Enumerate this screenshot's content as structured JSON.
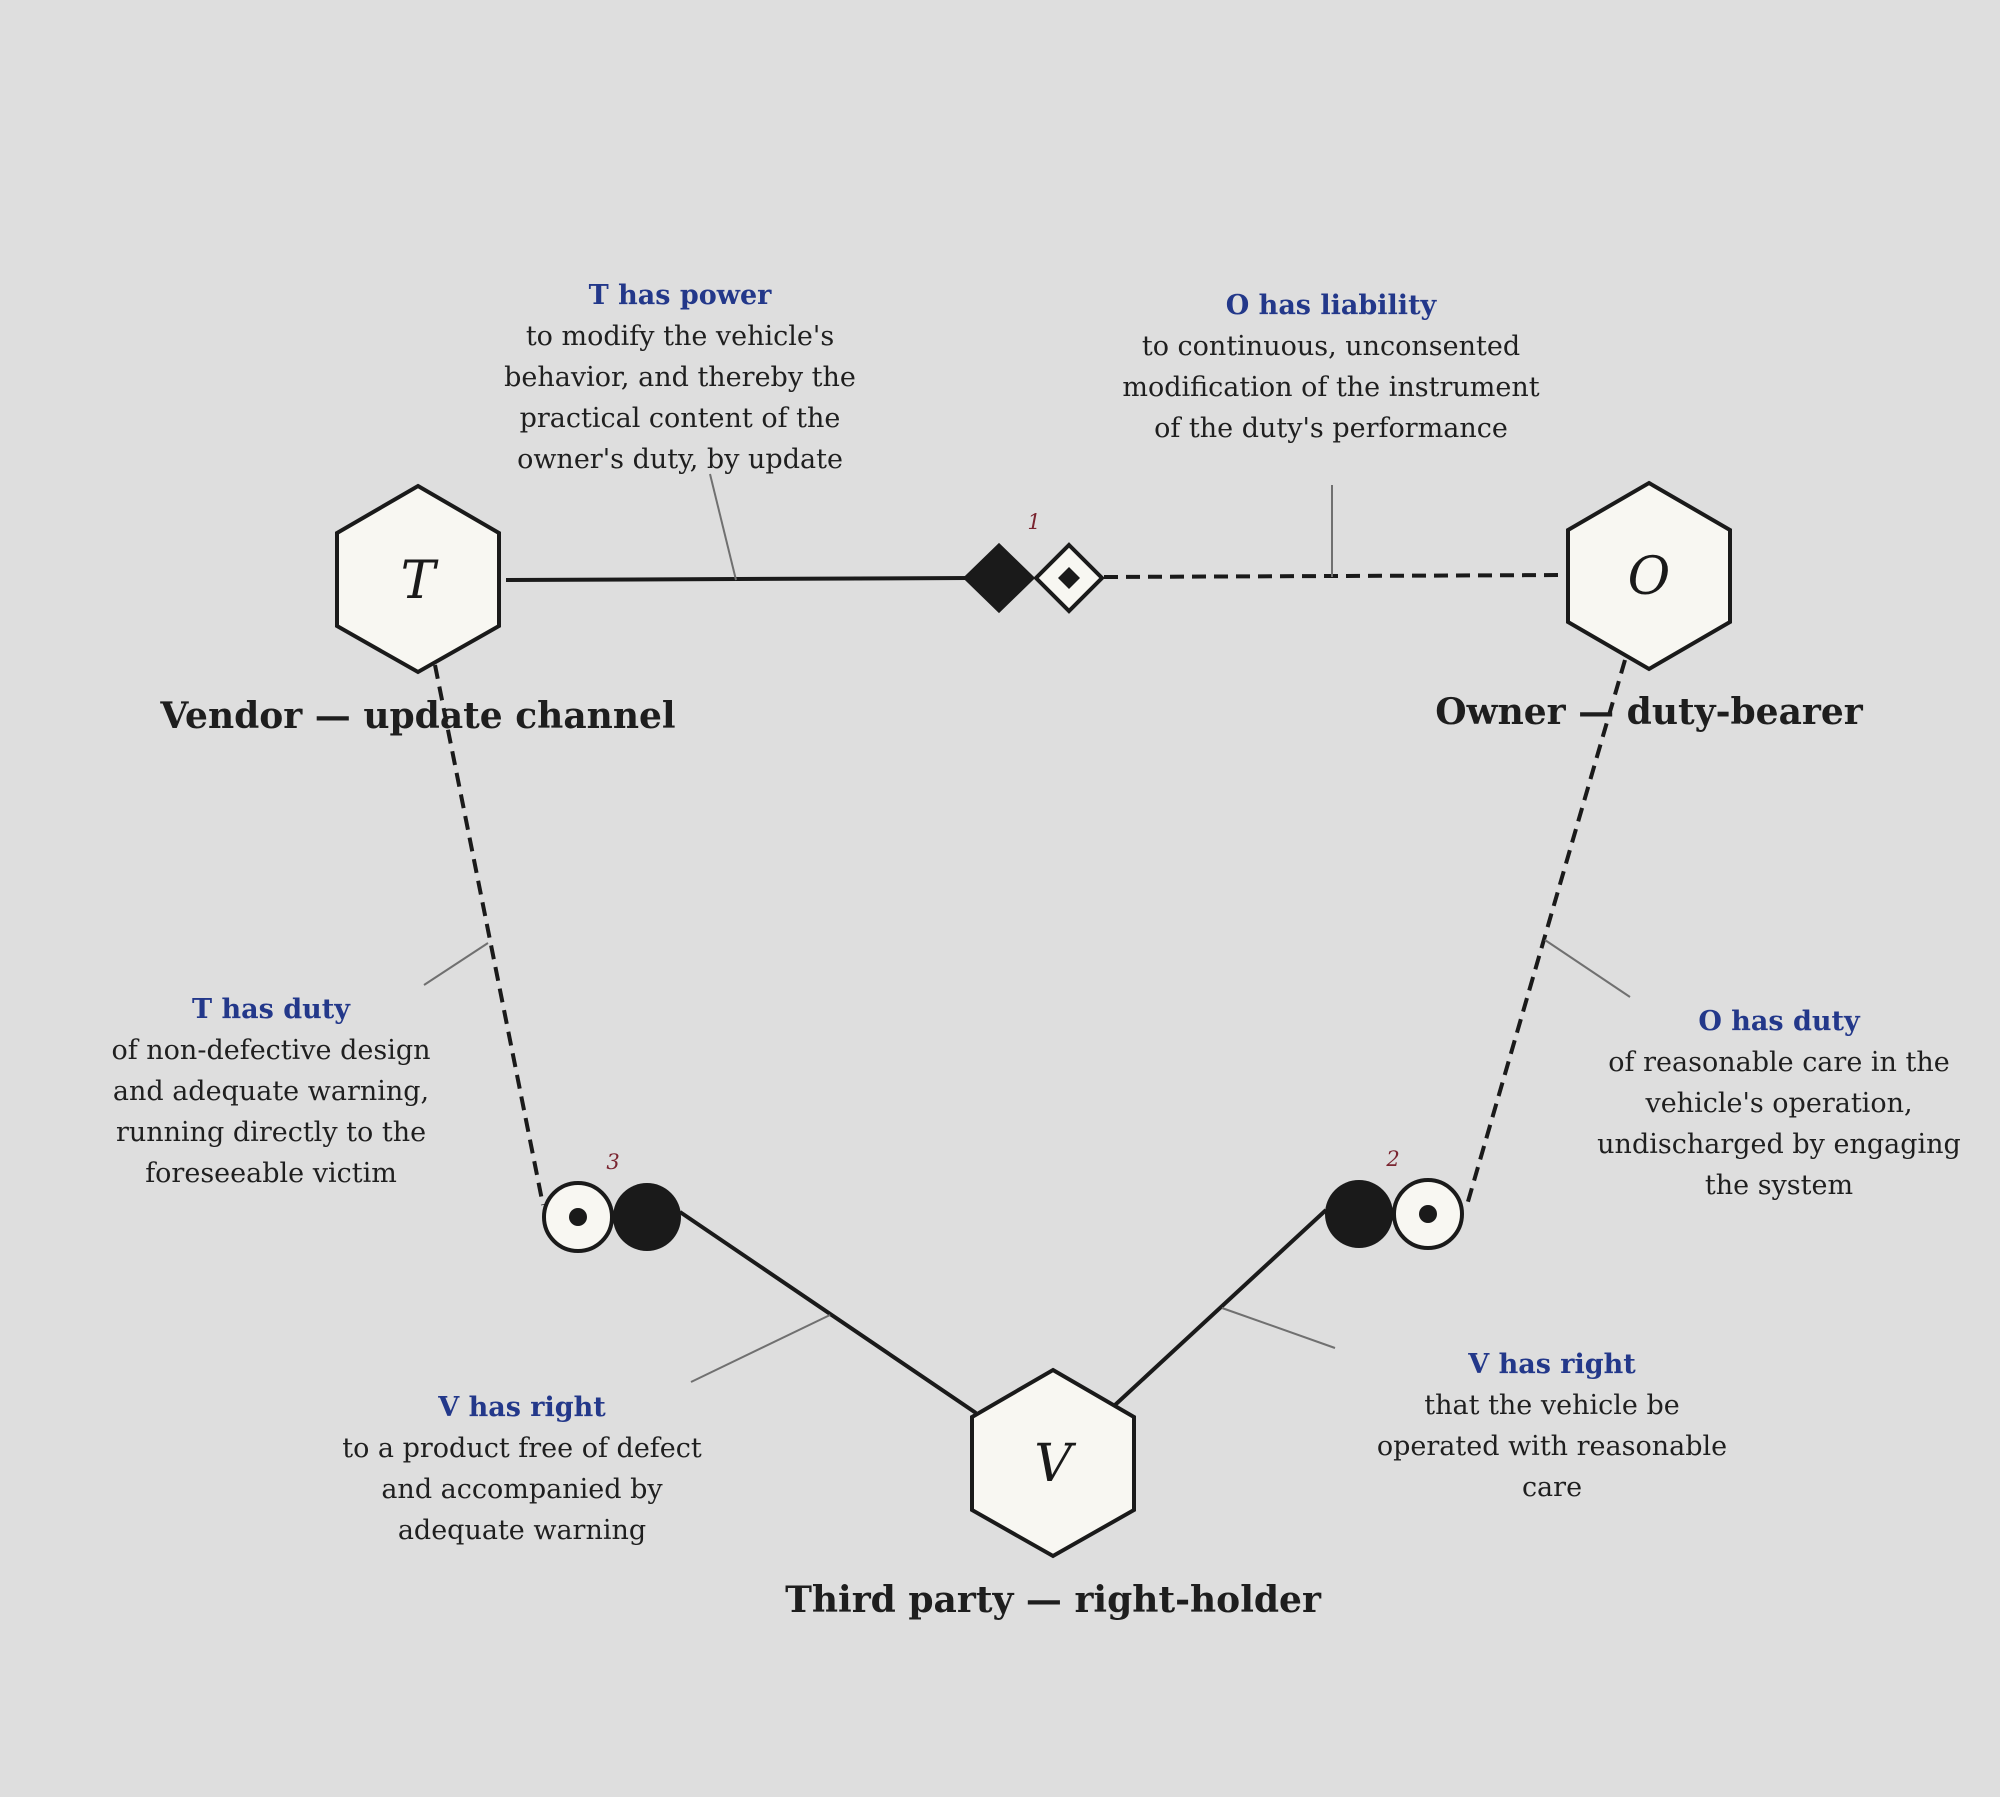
{
  "nodes": {
    "T": {
      "letter": "T",
      "label": "Vendor — update channel"
    },
    "O": {
      "letter": "O",
      "label": "Owner — duty-bearer"
    },
    "V": {
      "letter": "V",
      "label": "Third party — right-holder"
    }
  },
  "relations": {
    "r1": {
      "number": "1"
    },
    "r2": {
      "number": "2"
    },
    "r3": {
      "number": "3"
    }
  },
  "annotations": {
    "t_power": {
      "head": "T has power",
      "body": "to modify the vehicle's behavior, and thereby the practical content of the owner's duty, by update"
    },
    "o_liability": {
      "head": "O has liability",
      "body": "to continuous, unconsented modification of the instrument of the duty's performance"
    },
    "t_duty": {
      "head": "T has duty",
      "body": "of non-defective design and adequate warning, running directly to the foreseeable victim"
    },
    "o_duty": {
      "head": "O has duty",
      "body": "of reasonable care in the vehicle's operation, undischarged by engaging the system"
    },
    "v_right_t": {
      "head": "V has right",
      "body": "to a product free of defect and accompanied by adequate warning"
    },
    "v_right_o": {
      "head": "V has right",
      "body": "that the vehicle be operated with reasonable care"
    }
  },
  "colors": {
    "background": "#dedede",
    "node_fill": "#f8f7f2",
    "stroke": "#1a1a1a",
    "annotation_head": "#23388a",
    "relation_number": "#7a2530",
    "leader": "#707070"
  }
}
